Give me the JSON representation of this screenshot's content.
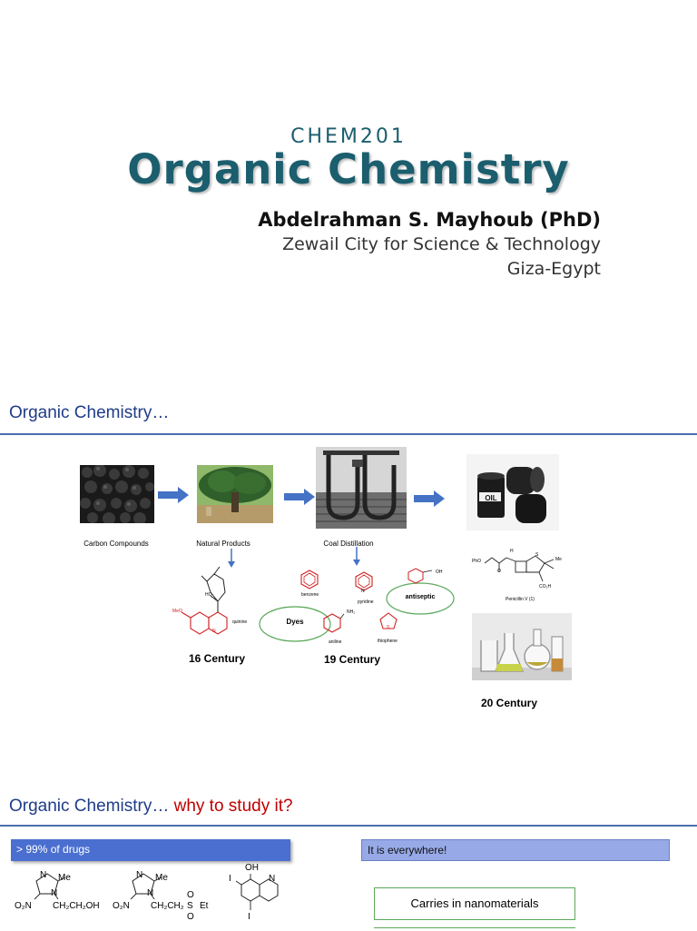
{
  "slide1": {
    "course_code": "CHEM201",
    "title": "Organic Chemistry",
    "author": "Abdelrahman S. Mayhoub (PhD)",
    "institution": "Zewail City for Science & Technology",
    "location": "Giza-Egypt"
  },
  "slide2": {
    "title": "Organic Chemistry…",
    "captions": {
      "carbon": "Carbon Compounds",
      "natural": "Natural Products",
      "coal": "Coal Distillation",
      "oil": "OIL"
    },
    "centuries": [
      "16 Century",
      "19 Century",
      "20 Century"
    ],
    "labels": {
      "meo": "MeO",
      "ho": "HO",
      "quinine": "quinine",
      "benzene": "benzene",
      "pyridine": "pyridine",
      "aniline": "aniline",
      "nh2": "NH₂",
      "thiophene": "thiophene",
      "oh": "OH",
      "penicillin": "Penicillin V (1)",
      "pho": "PhO",
      "co2h": "CO₂H",
      "me": "Me",
      "n": "N",
      "s": "S",
      "h": "H",
      "o": "O",
      "nh": "N"
    },
    "ovals": {
      "dyes": "Dyes",
      "antiseptic": "antiseptic"
    }
  },
  "slide3": {
    "title_main": "Organic Chemistry… ",
    "title_red": "why to study it?",
    "drugs_box": "> 99% of drugs",
    "everywhere_box": "It is everywhere!",
    "nanomaterials_box": "Carries in nanomaterials",
    "chem": {
      "me1": "Me",
      "me2": "Me",
      "n1": "N",
      "n2": "N",
      "n3": "N",
      "n4": "N",
      "o2n1": "O₂N",
      "o2n2": "O₂N",
      "ch2ch2oh": "CH₂CH₂OH",
      "ch2ch2s": "CH₂CH₂",
      "s": "S",
      "et": "Et",
      "o_top": "O",
      "o_bot": "O",
      "oh": "OH",
      "i1": "I",
      "i2": "I",
      "n5": "N"
    }
  }
}
